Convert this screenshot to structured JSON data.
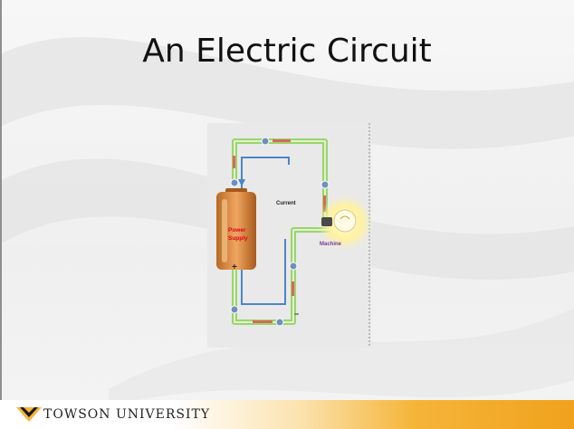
{
  "slide": {
    "title": "An Electric Circuit"
  },
  "figure": {
    "labels": {
      "current": "Current",
      "machine": "Machine",
      "power_supply_line1": "Power",
      "power_supply_line2": "Supply",
      "plus": "+",
      "minus": "−"
    },
    "colors": {
      "wire": "#9bd46f",
      "current_arrow": "#4a86c8",
      "battery": "#d88a3a",
      "bulb_glow": "#fff3a0",
      "label_red": "#e0001b",
      "label_purple": "#7a3a9a"
    }
  },
  "footer": {
    "logo_text": "TOWSON UNIVERSITY",
    "colors": {
      "accent": "#f0a21c"
    }
  }
}
